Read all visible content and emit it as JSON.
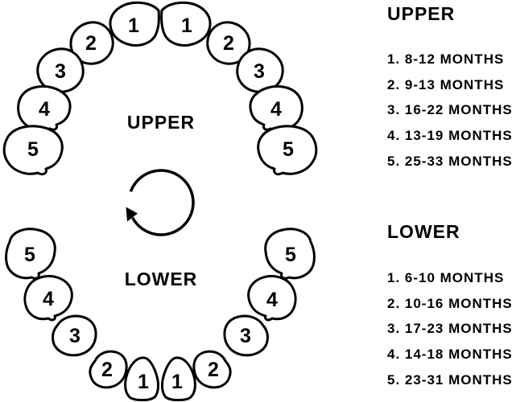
{
  "diagram": {
    "upper": {
      "label": "UPPER",
      "teeth": {
        "left": [
          "1",
          "2",
          "3",
          "4",
          "5"
        ],
        "right": [
          "1",
          "2",
          "3",
          "4",
          "5"
        ]
      }
    },
    "lower": {
      "label": "LOWER",
      "teeth": {
        "left": [
          "1",
          "2",
          "3",
          "4",
          "5"
        ],
        "right": [
          "1",
          "2",
          "3",
          "4",
          "5"
        ]
      }
    },
    "rotation_icon": "circular-arrow-clockwise"
  },
  "legend": {
    "upper": {
      "title": "UPPER",
      "items": [
        "1. 8-12 MONTHS",
        "2. 9-13 MONTHS",
        "3. 16-22 MONTHS",
        "4. 13-19 MONTHS",
        "5. 25-33 MONTHS"
      ]
    },
    "lower": {
      "title": "LOWER",
      "items": [
        "1. 6-10 MONTHS",
        "2. 10-16 MONTHS",
        "3. 17-23 MONTHS",
        "4. 14-18 MONTHS",
        "5. 23-31 MONTHS"
      ]
    }
  },
  "colors": {
    "ink": "#000000",
    "background": "#ffffff"
  }
}
